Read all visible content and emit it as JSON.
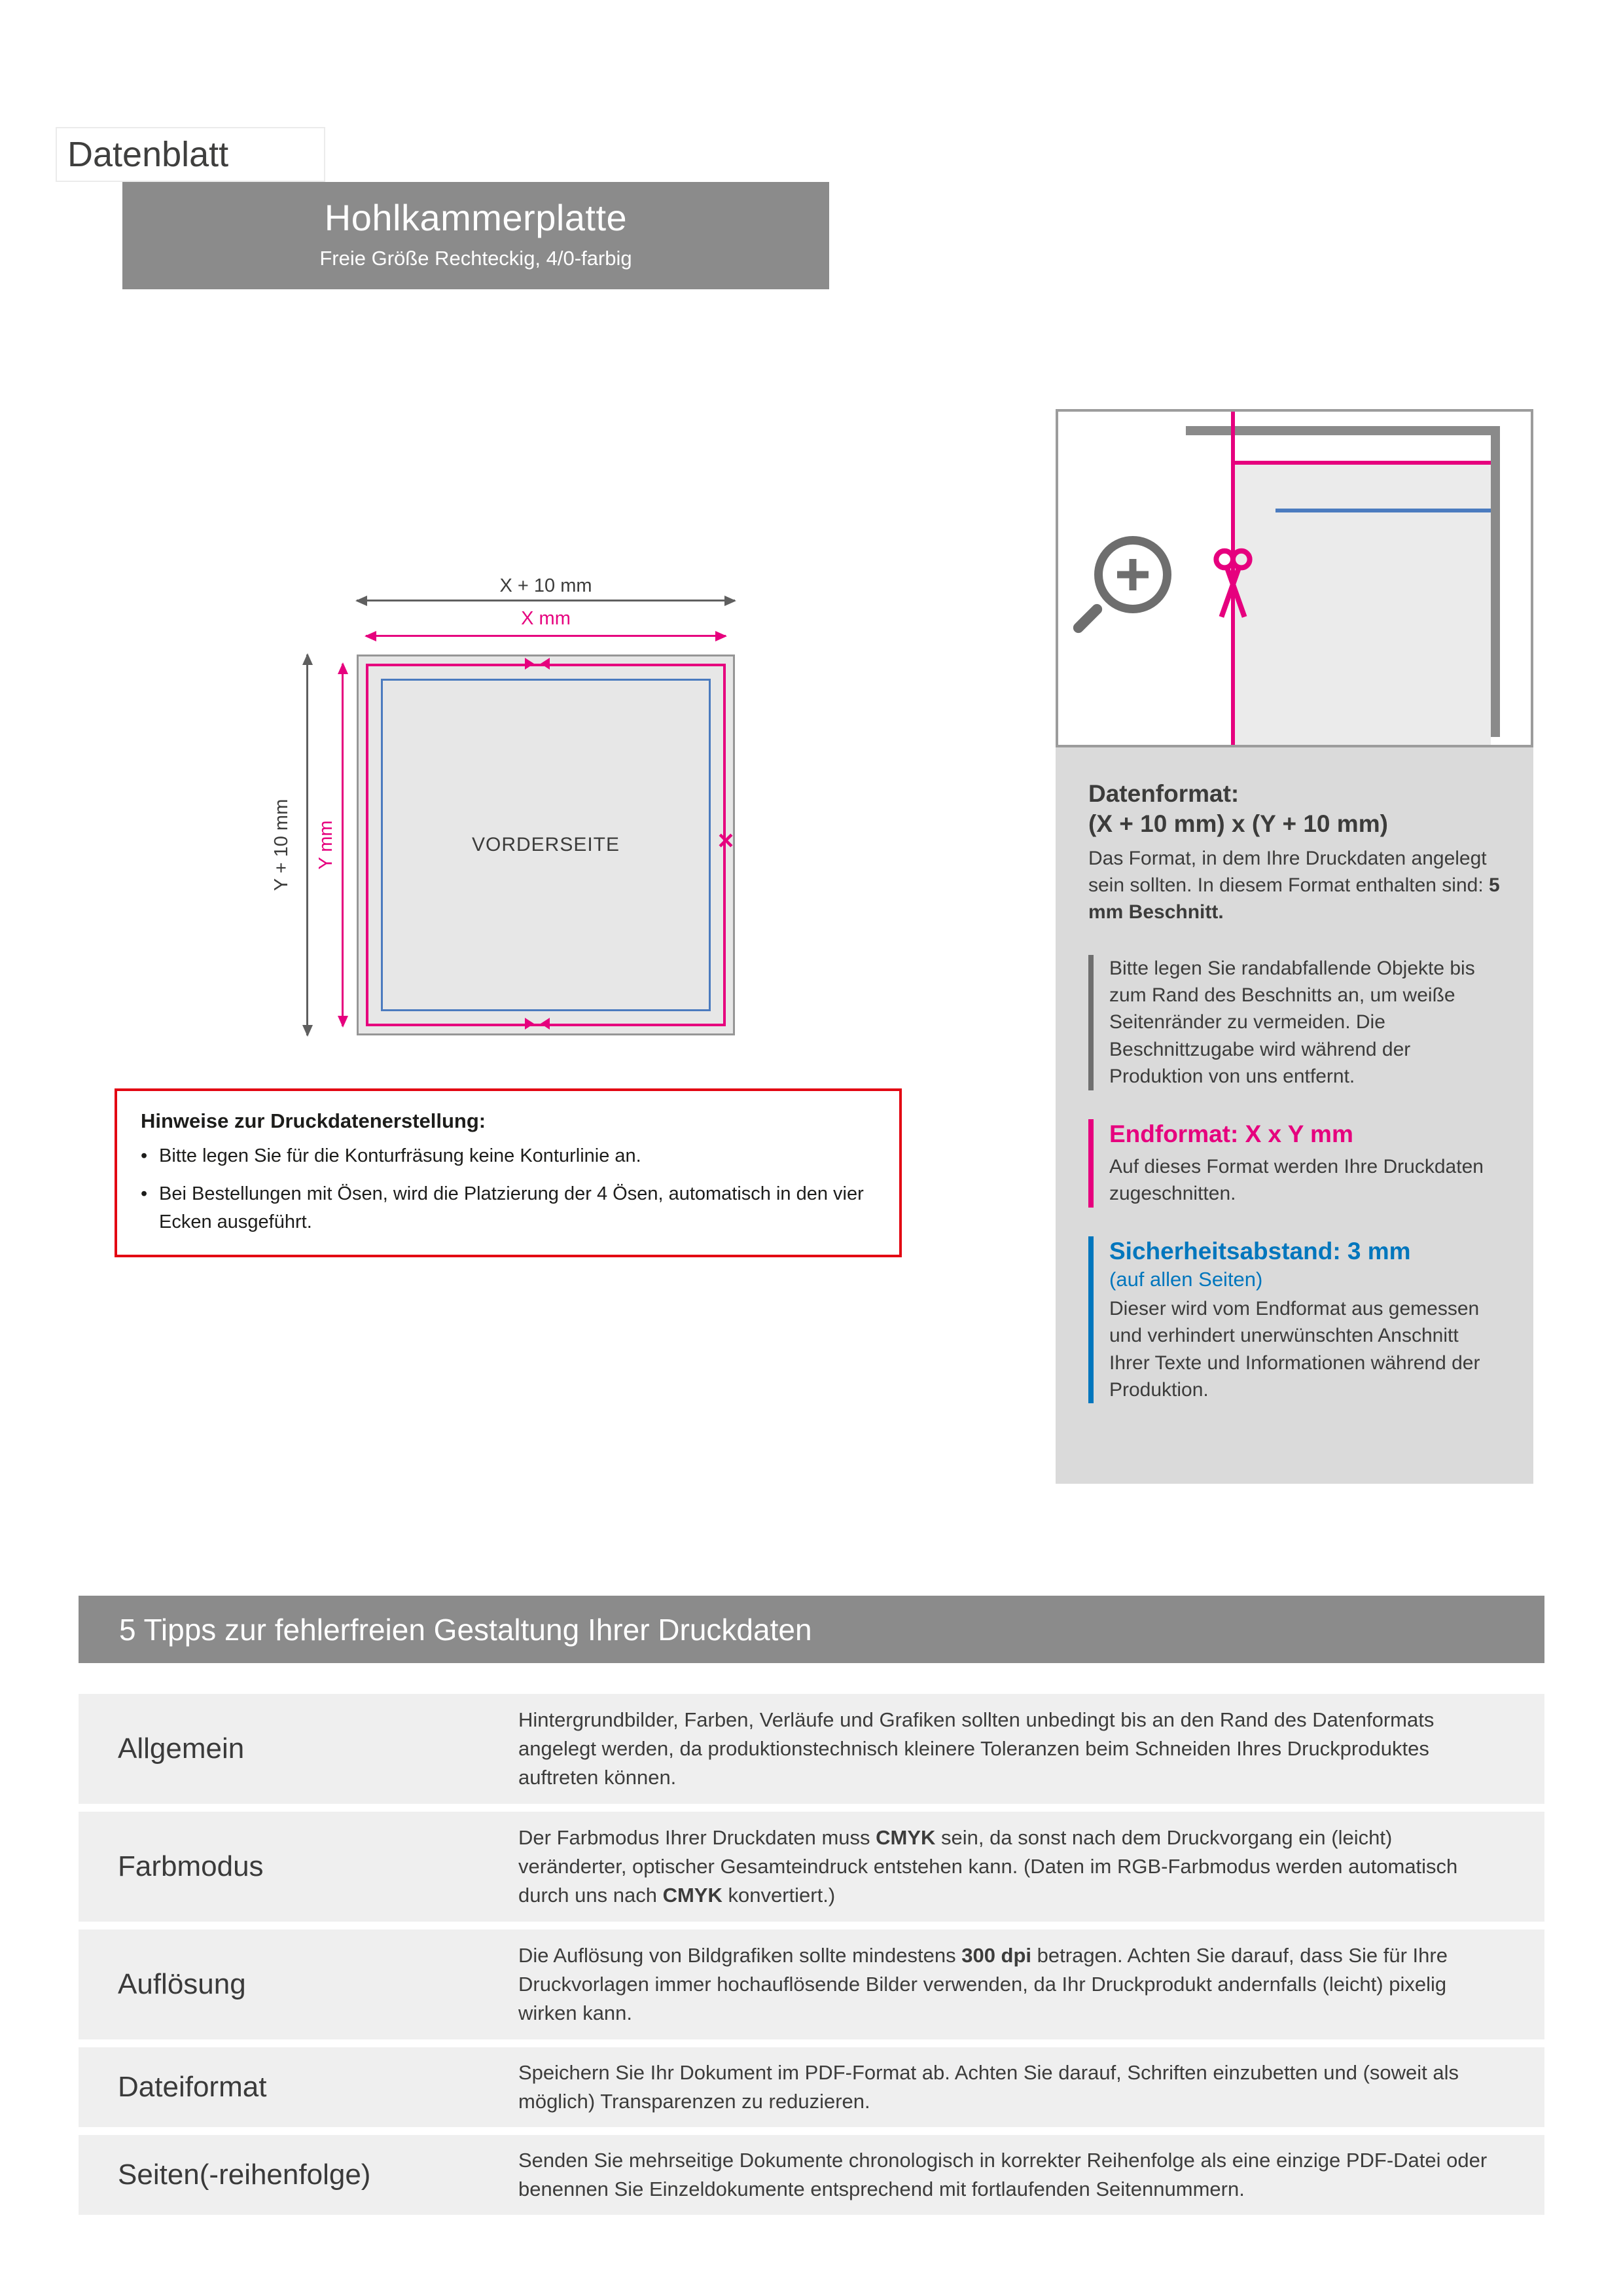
{
  "header": {
    "datenblatt_label": "Datenblatt",
    "title": "Hohlkammerplatte",
    "subtitle": "Freie Größe Rechteckig, 4/0-farbig"
  },
  "diagram": {
    "dim_x_outer": "X + 10 mm",
    "dim_x_inner": "X mm",
    "dim_y_outer": "Y + 10 mm",
    "dim_y_inner": "Y mm",
    "front_label": "VORDERSEITE",
    "cut_mark": "×"
  },
  "info_panel": {
    "datenformat_title_line1": "Datenformat:",
    "datenformat_title_line2": "(X + 10 mm) x (Y + 10 mm)",
    "datenformat_text": "Das Format, in dem Ihre Druckdaten angelegt sein sollten. In diesem Format enthalten sind: ",
    "datenformat_text_bold": "5 mm Beschnitt.",
    "bleed_note": "Bitte legen Sie randabfallende Objekte bis zum Rand des Beschnitts an, um weiße Seitenränder zu vermeiden. Die Beschnittzugabe wird während der Produktion von uns entfernt.",
    "endformat_title": "Endformat: X x Y mm",
    "endformat_text": "Auf dieses Format werden Ihre Druckdaten zugeschnitten.",
    "sicherheit_title": "Sicherheitsabstand: 3 mm",
    "sicherheit_subtitle": "(auf allen Seiten)",
    "sicherheit_text": "Dieser wird vom Endformat aus gemessen und verhindert unerwünschten Anschnitt Ihrer Texte und Informationen während der Produktion."
  },
  "hinweise": {
    "title": "Hinweise zur Druckdatenerstellung:",
    "bullet_char": "•",
    "bullets": [
      "Bitte legen Sie für die Konturfräsung keine Konturlinie an.",
      "Bei Bestellungen mit Ösen, wird die Platzierung der 4 Ösen, automatisch in den vier Ecken ausgeführt."
    ]
  },
  "tips": {
    "title": "5 Tipps zur fehlerfreien Gestaltung Ihrer Druckdaten",
    "rows": [
      {
        "label": "Allgemein",
        "seg1": "Hintergrundbilder, Farben, Verläufe und Grafiken sollten unbedingt bis an den Rand des Datenformats angelegt werden, da produktionstechnisch kleinere Toleranzen beim Schneiden Ihres Druckproduktes auftreten können.",
        "bold1": "",
        "seg2": "",
        "bold2": "",
        "seg3": ""
      },
      {
        "label": "Farbmodus",
        "seg1": "Der Farbmodus Ihrer Druckdaten muss ",
        "bold1": "CMYK",
        "seg2": " sein, da sonst nach dem Druckvorgang ein (leicht) veränderter, optischer Gesamteindruck entstehen kann. (Daten im RGB-Farbmodus werden automatisch durch uns nach ",
        "bold2": "CMYK",
        "seg3": " konvertiert.)"
      },
      {
        "label": "Auflösung",
        "seg1": "Die Auflösung von Bildgrafiken sollte mindestens ",
        "bold1": "300 dpi",
        "seg2": " betragen. Achten Sie darauf, dass Sie für Ihre Druckvorlagen immer hochauflösende Bilder verwenden, da Ihr Druckprodukt andernfalls (leicht) pixelig wirken kann.",
        "bold2": "",
        "seg3": ""
      },
      {
        "label": "Dateiformat",
        "seg1": "Speichern Sie Ihr Dokument im PDF-Format ab. Achten Sie darauf, Schriften einzubetten und (soweit als möglich) Transparenzen zu reduzieren.",
        "bold1": "",
        "seg2": "",
        "bold2": "",
        "seg3": ""
      },
      {
        "label": "Seiten(-reihenfolge)",
        "seg1": "Senden Sie mehrseitige Dokumente chronologisch in korrekter Reihenfolge als eine einzige PDF-Datei oder benennen Sie Einzeldokumente entsprechend mit fortlaufenden Seitennummern.",
        "bold1": "",
        "seg2": "",
        "bold2": "",
        "seg3": ""
      }
    ]
  },
  "colors": {
    "magenta": "#e6007e",
    "safety_blue": "#0076bd",
    "diagram_blue": "#4b7bbf",
    "warning_red": "#e30613",
    "band_gray": "#8b8b8b",
    "panel_gray": "#dadada",
    "row_gray": "#efefef"
  }
}
